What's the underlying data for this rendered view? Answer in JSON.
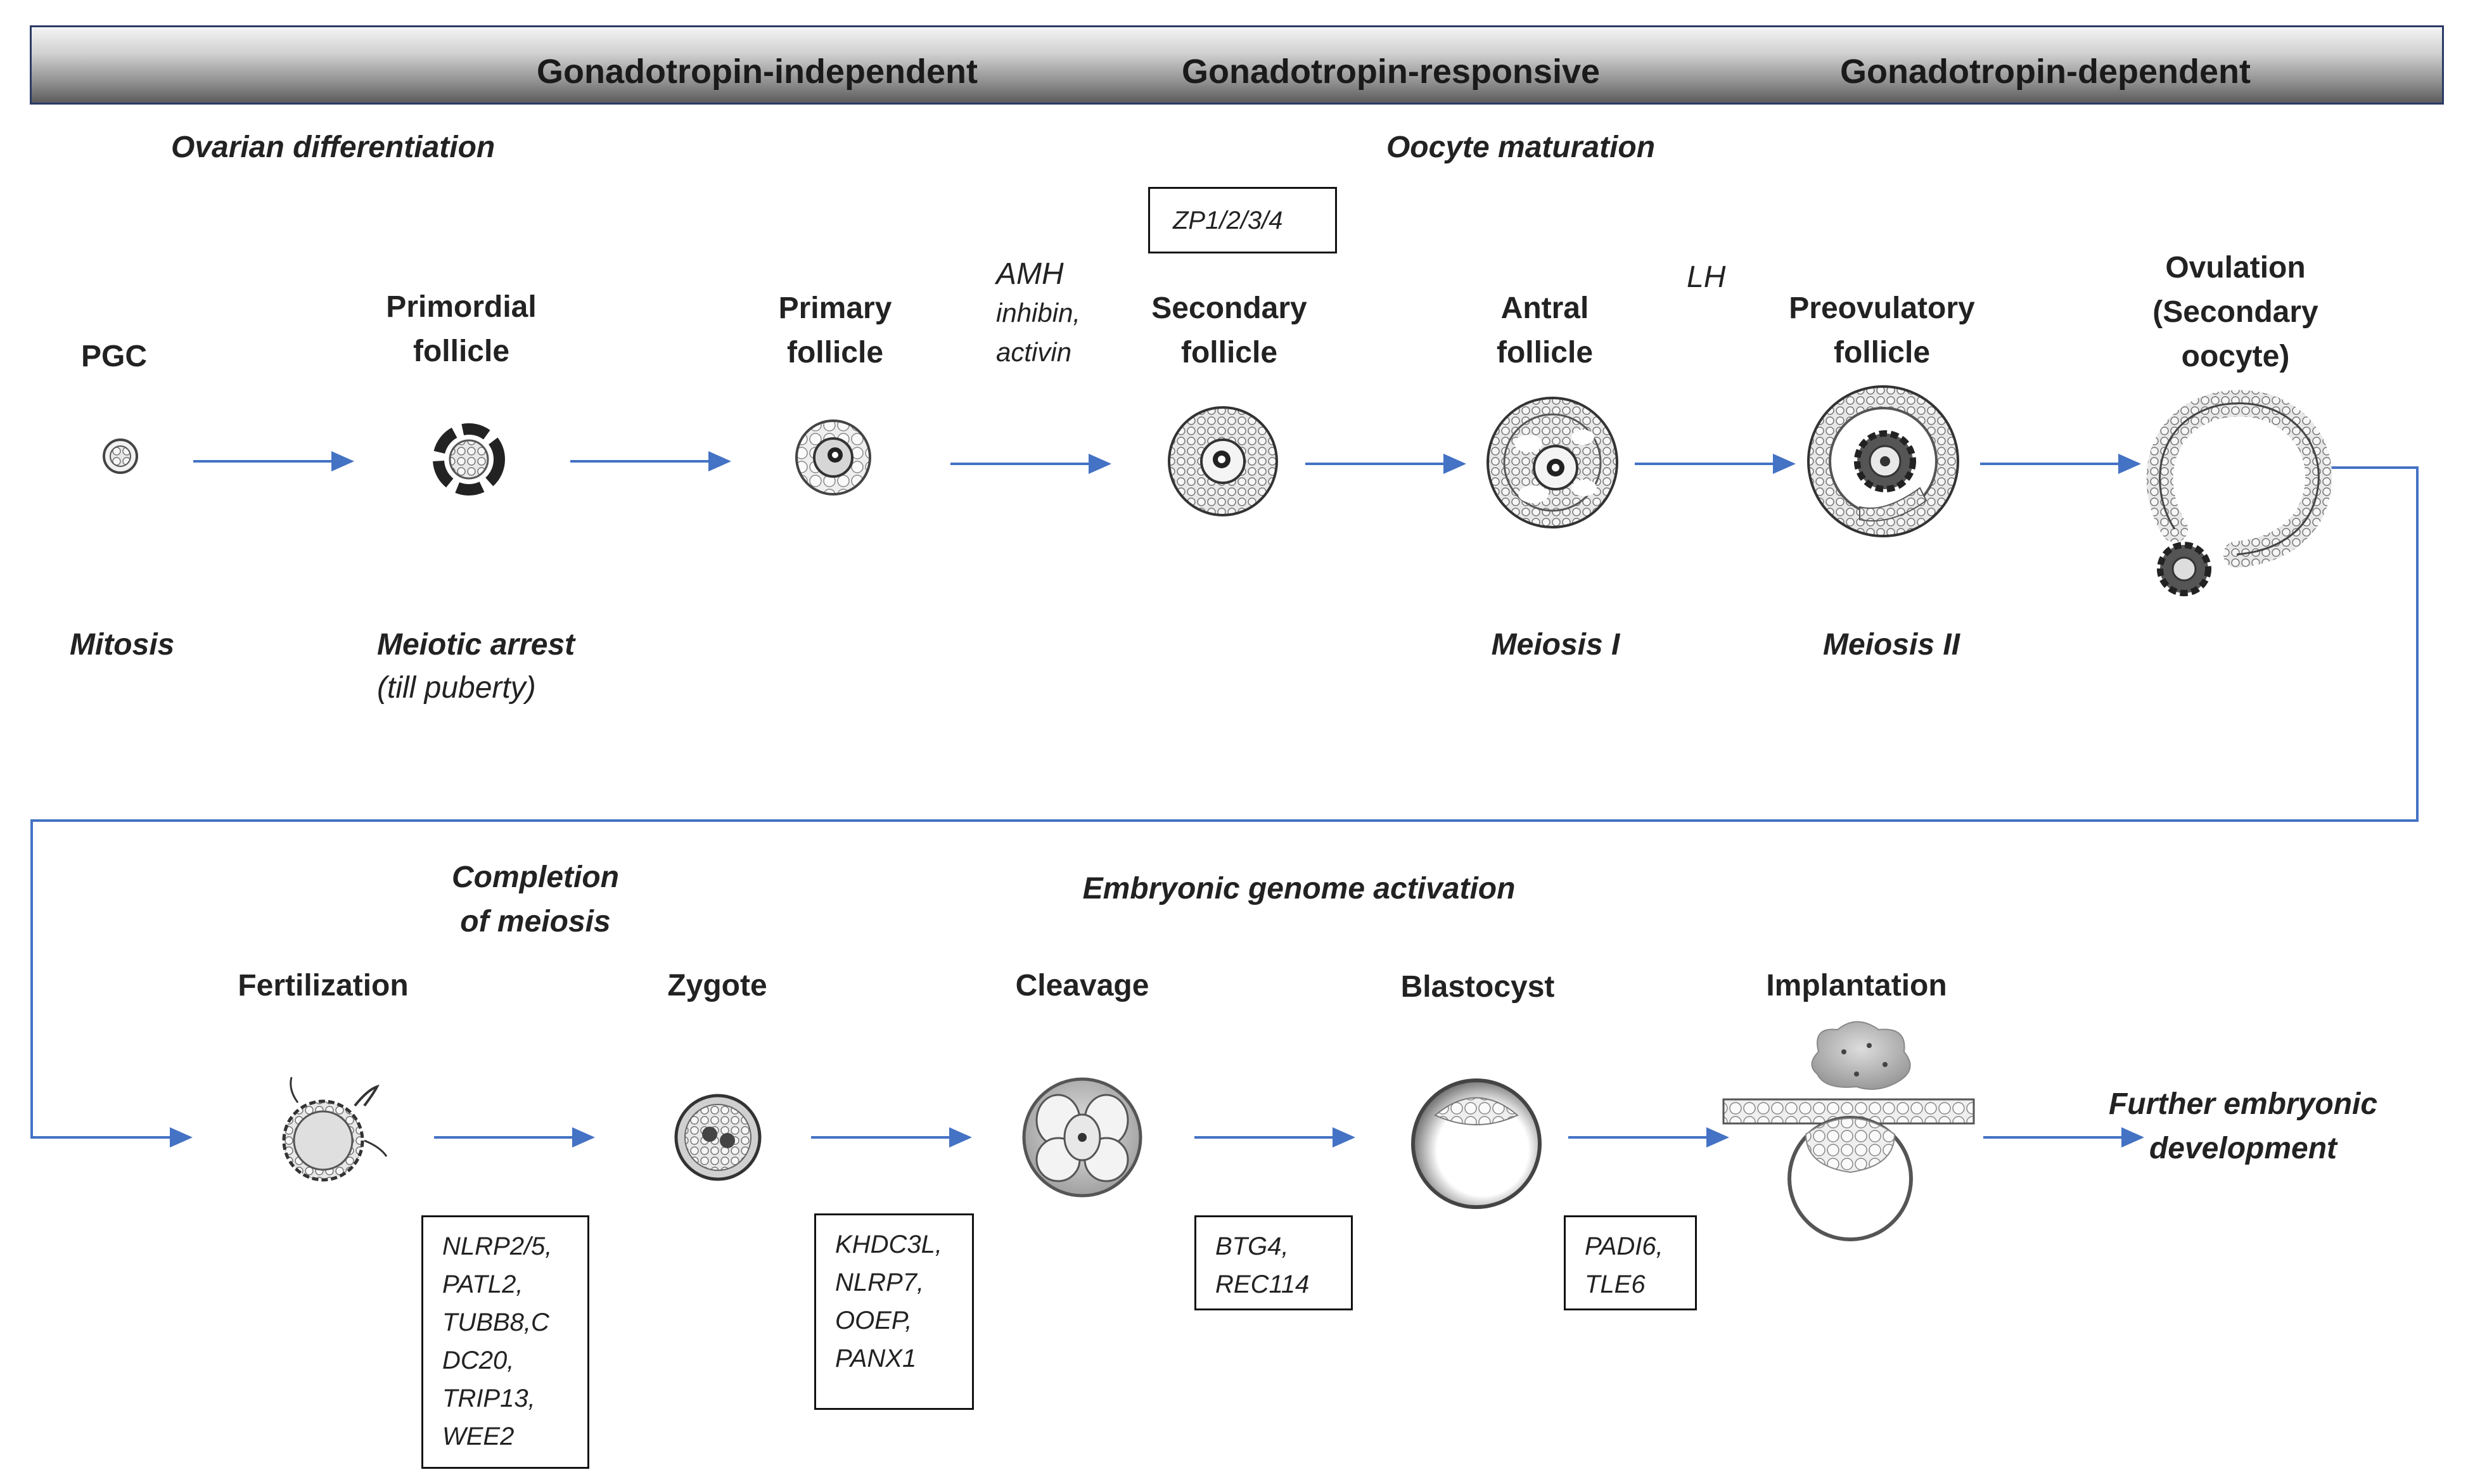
{
  "header": {
    "phase1": "Gonadotropin-independent",
    "phase2": "Gonadotropin-responsive",
    "phase3": "Gonadotropin-dependent"
  },
  "annotations": {
    "ovarian_differentiation": "Ovarian differentiation",
    "oocyte_maturation": "Oocyte maturation",
    "amh": "AMH",
    "inhibin": "inhibin,",
    "activin": "activin",
    "lh": "LH",
    "completion_of_meiosis_1": "Completion",
    "completion_of_meiosis_2": "of meiosis",
    "embryonic_genome_activation": "Embryonic genome activation"
  },
  "stages_top": {
    "pgc": "PGC",
    "primordial_1": "Primordial",
    "primordial_2": "follicle",
    "primary_1": "Primary",
    "primary_2": "follicle",
    "secondary_1": "Secondary",
    "secondary_2": "follicle",
    "antral_1": "Antral",
    "antral_2": "follicle",
    "preovulatory_1": "Preovulatory",
    "preovulatory_2": "follicle",
    "ovulation_1": "Ovulation",
    "ovulation_2": "(Secondary",
    "ovulation_3": "oocyte)"
  },
  "processes": {
    "mitosis": "Mitosis",
    "meiotic_arrest": "Meiotic arrest",
    "till_puberty": "(till puberty)",
    "meiosis_1": "Meiosis I",
    "meiosis_2": "Meiosis II"
  },
  "stages_bottom": {
    "fertilization": "Fertilization",
    "zygote": "Zygote",
    "cleavage": "Cleavage",
    "blastocyst": "Blastocyst",
    "implantation": "Implantation",
    "further_1": "Further embryonic",
    "further_2": "development"
  },
  "gene_boxes": {
    "zp": "ZP1/2/3/4",
    "fertilization_genes": [
      "NLRP2/5,",
      "PATL2,",
      "TUBB8,C",
      "DC20,",
      "TRIP13,",
      "WEE2"
    ],
    "zygote_genes": [
      "KHDC3L,",
      "NLRP7,",
      "OOEP,",
      "PANX1"
    ],
    "cleavage_genes": [
      "BTG4,",
      "REC114"
    ],
    "blastocyst_genes": [
      "PADI6,",
      "TLE6"
    ]
  },
  "colors": {
    "arrow": "#4472c4",
    "header_border": "#2b3b66",
    "cell_dark": "#333333"
  }
}
